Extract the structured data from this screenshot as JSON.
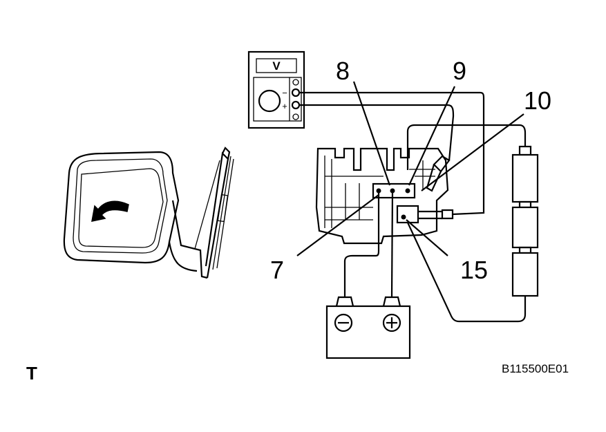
{
  "labels": {
    "pin_8": "8",
    "pin_9": "9",
    "pin_10": "10",
    "pin_7": "7",
    "pin_15": "15"
  },
  "meter_label": "V",
  "meter_minus": "−",
  "meter_plus": "+",
  "battery_minus": "−",
  "battery_plus": "+",
  "corner_mark": "T",
  "figure_code": "B115500E01"
}
